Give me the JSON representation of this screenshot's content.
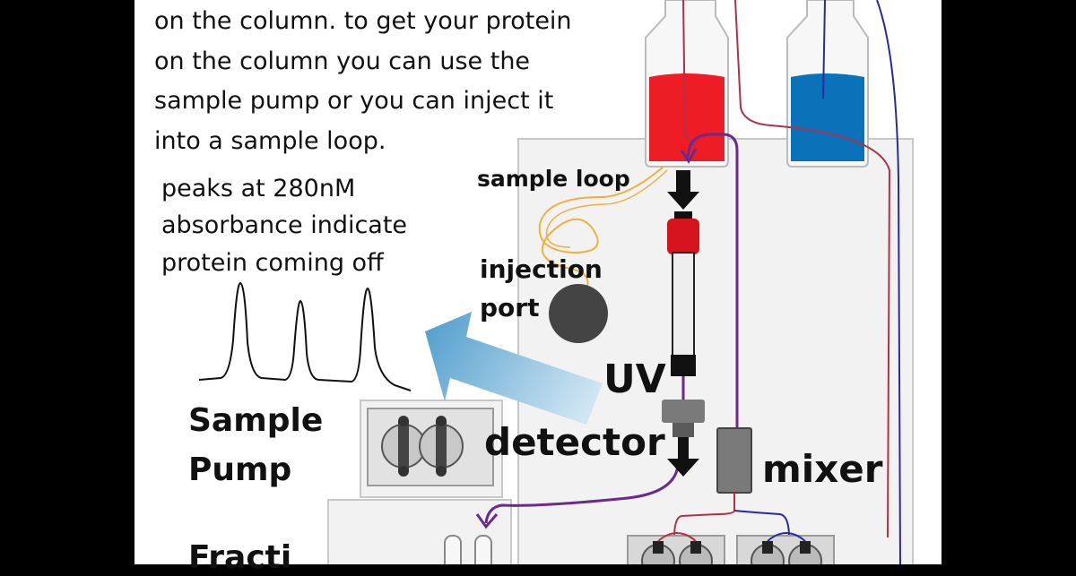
{
  "intro_text": {
    "line1": "on the column. to get your protein",
    "line2": "on the column you can use the",
    "line3": "sample pump or you can inject it",
    "line4": "into a sample loop."
  },
  "peaks_text": {
    "line1": "peaks at 280nM",
    "line2": "absorbance indicate",
    "line3": "protein coming off"
  },
  "labels": {
    "sample_loop": "sample loop",
    "injection_line1": "injection",
    "injection_line2": "port",
    "uv_line1": "UV",
    "uv_line2": "detector",
    "mixer": "mixer",
    "sample_pump_line1": "Sample",
    "sample_pump_line2": "Pump",
    "fraction_partial": "Fracti"
  },
  "colors": {
    "buffer_a": "#ee1c25",
    "buffer_b": "#0a72b8",
    "flow_line": "#6b2a8c",
    "tubing_red": "#b0314a",
    "tubing_blue": "#2a2aa0",
    "loop_orange": "#f0b040",
    "arrow_blue": "#6fb1d6"
  }
}
